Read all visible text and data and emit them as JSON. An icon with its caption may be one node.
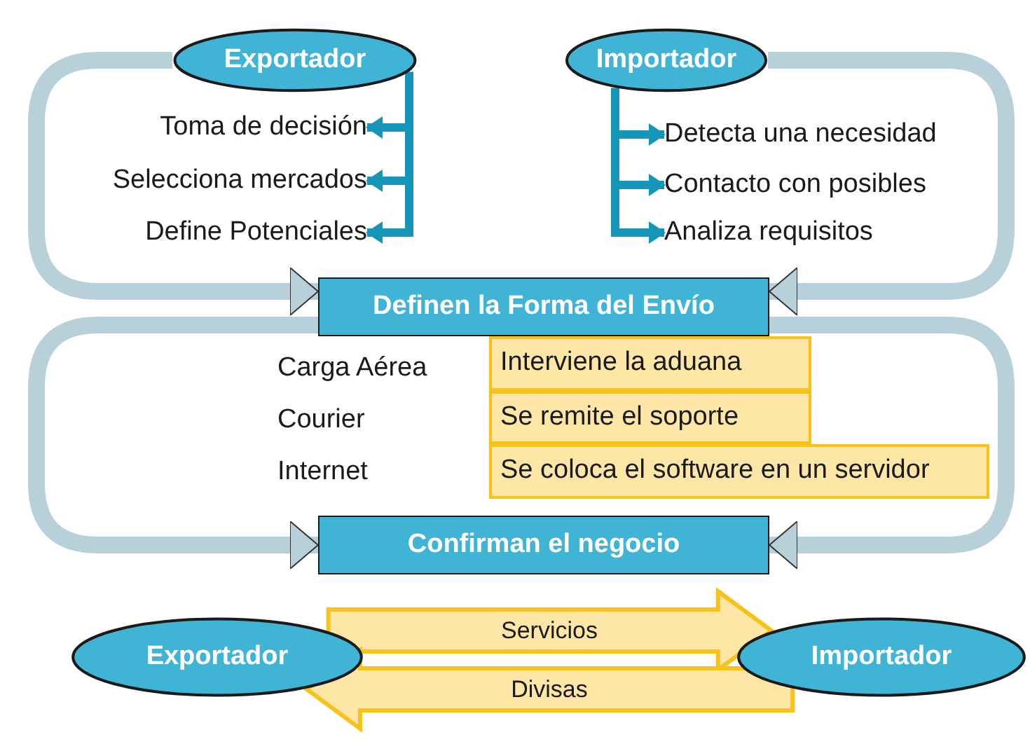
{
  "diagram": {
    "nodes": [
      {
        "text": [
          "Exportador"
        ]
      },
      {
        "text": [
          "Importador"
        ]
      },
      {
        "text": [
          "Toma de decisión"
        ]
      },
      {
        "text": [
          "Selecciona mercados"
        ]
      },
      {
        "text": [
          "Define Potenciales"
        ]
      },
      {
        "text": [
          "Detecta una necesidad"
        ]
      },
      {
        "text": [
          "Contacto con posibles"
        ]
      },
      {
        "text": [
          "Analiza requisitos"
        ]
      },
      {
        "text": [
          "Definen la Forma del Envío"
        ]
      },
      {
        "text": [
          "Carga Aérea"
        ]
      },
      {
        "text": [
          "Courier"
        ]
      },
      {
        "text": [
          "Internet"
        ]
      },
      {
        "text": [
          "Interviene la aduana"
        ]
      },
      {
        "text": [
          "Se remite el soporte"
        ]
      },
      {
        "text": [
          "Se coloca el software en un servidor"
        ]
      },
      {
        "text": [
          "Confirman el negocio"
        ]
      },
      {
        "text": [
          "Exportador"
        ]
      },
      {
        "text": [
          "Importador"
        ]
      }
    ],
    "edges": [
      {
        "from": 0,
        "to": 2,
        "arrow": "to"
      },
      {
        "from": 0,
        "to": 3,
        "arrow": "to"
      },
      {
        "from": 0,
        "to": 4,
        "arrow": "to"
      },
      {
        "from": 1,
        "to": 5,
        "arrow": "to"
      },
      {
        "from": 1,
        "to": 6,
        "arrow": "to"
      },
      {
        "from": 1,
        "to": 7,
        "arrow": "to"
      },
      {
        "from": 0,
        "to": 8,
        "arrow": "to",
        "style": "thick",
        "color": "#b7d0d9"
      },
      {
        "from": 1,
        "to": 8,
        "arrow": "to",
        "style": "thick",
        "color": "#b7d0d9"
      },
      {
        "from": 8,
        "to": 15,
        "arrow": "to",
        "style": "thick",
        "color": "#b7d0d9"
      },
      {
        "from": 8,
        "to": 15,
        "arrow": "to",
        "style": "thick",
        "color": "#b7d0d9"
      },
      {
        "from": 16,
        "to": 17,
        "arrow": "to",
        "label": "Servicios",
        "style": "thick",
        "color": "#f7c31a"
      },
      {
        "from": 17,
        "to": 16,
        "arrow": "to",
        "label": "Divisas",
        "style": "thick",
        "color": "#f7c31a"
      }
    ]
  }
}
